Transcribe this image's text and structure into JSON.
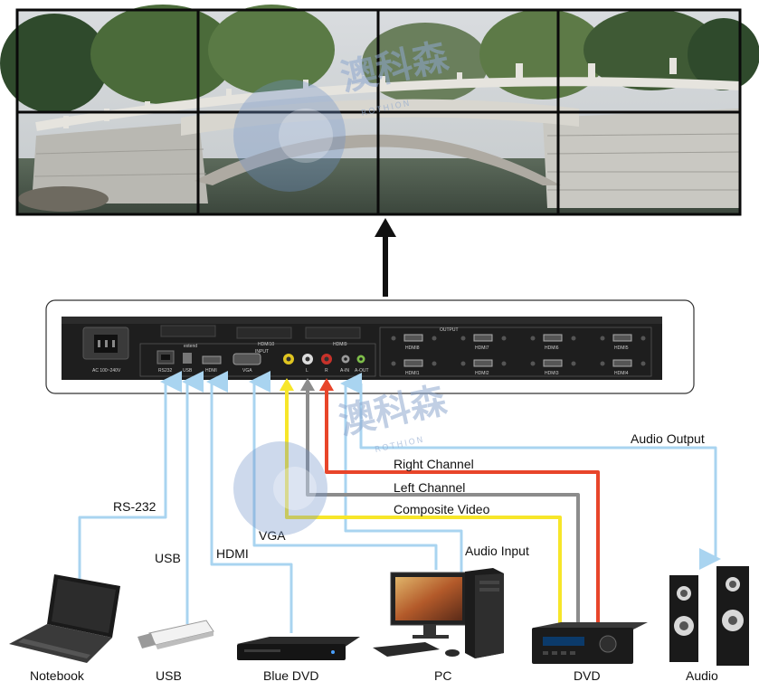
{
  "watermark": {
    "zh": "澳科森",
    "en": "ROTHION"
  },
  "panel": {
    "power_label": "AC 100~240V",
    "extend_label": "extend",
    "input_label": "INPUT",
    "output_label": "OUTPUT",
    "hdmi10_label": "HDMI10",
    "hdmi9_label": "HDMI9",
    "ports": {
      "rs232": "RS232",
      "usb": "USB",
      "hdmi": "HDMI",
      "vga": "VGA",
      "l": "L",
      "r": "R",
      "ain": "A-IN",
      "aout": "A-OUT"
    },
    "outputs": [
      "HDMI8",
      "HDMI7",
      "HDMI6",
      "HDMI5",
      "HDMI1",
      "HDMI2",
      "HDMI3",
      "HDMI4"
    ]
  },
  "connections": {
    "rs232": "RS-232",
    "usb": "USB",
    "hdmi": "HDMI",
    "vga": "VGA",
    "audio_output": "Audio Output",
    "right_channel": "Right Channel",
    "left_channel": "Left Channel",
    "composite_video": "Composite Video",
    "audio_input": "Audio Input"
  },
  "devices": {
    "notebook": "Notebook",
    "usb": "USB",
    "bluray": "Blue DVD",
    "pc": "PC",
    "dvd": "DVD",
    "audio": "Audio"
  },
  "colors": {
    "blue_cable": "#a9d4f0",
    "yellow_cable": "#f7e629",
    "gray_cable": "#8c8c8c",
    "red_cable": "#e8452a"
  }
}
